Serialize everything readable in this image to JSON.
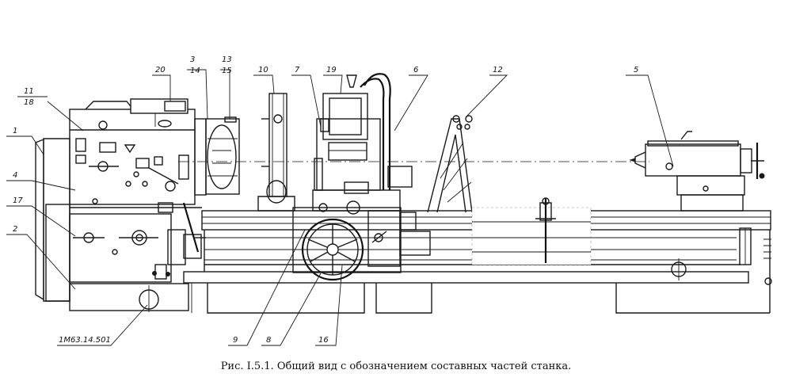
{
  "caption": "Рис. I.5.1. Общий вид с обозначением составных частей станка.",
  "drawing_code": "1М63.14.501",
  "callouts": [
    "1",
    "2",
    "3",
    "4",
    "5",
    "6",
    "7",
    "8",
    "9",
    "10",
    "11",
    "12",
    "13",
    "14",
    "15",
    "16",
    "17",
    "18",
    "19",
    "20"
  ]
}
